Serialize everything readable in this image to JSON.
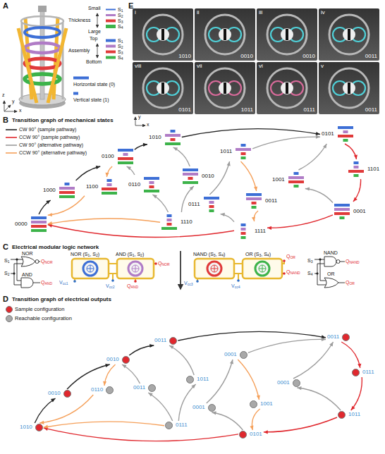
{
  "diagram": {
    "nodes": [
      {
        "text": [
          "i",
          "1010"
        ]
      },
      {
        "text": [
          "ii",
          "0010"
        ]
      },
      {
        "text": [
          "iii",
          "0010"
        ]
      },
      {
        "text": [
          "iv",
          "0011"
        ]
      },
      {
        "text": [
          "viii",
          "0101"
        ]
      },
      {
        "text": [
          "vii",
          "1011"
        ]
      },
      {
        "text": [
          "vi",
          "0111"
        ]
      },
      {
        "text": [
          "v",
          "0011"
        ]
      },
      {
        "text": [
          "0000"
        ]
      },
      {
        "text": [
          "1000"
        ]
      },
      {
        "text": [
          "0100"
        ]
      },
      {
        "text": [
          "1100"
        ]
      },
      {
        "text": [
          "1010"
        ]
      },
      {
        "text": [
          "0110"
        ]
      },
      {
        "text": [
          "0010"
        ]
      },
      {
        "text": [
          "1110"
        ]
      },
      {
        "text": [
          "0101"
        ]
      },
      {
        "text": [
          "1011"
        ]
      },
      {
        "text": [
          "1101"
        ]
      },
      {
        "text": [
          "0111"
        ]
      },
      {
        "text": [
          "0011"
        ]
      },
      {
        "text": [
          "1001"
        ]
      },
      {
        "text": [
          "0001"
        ]
      },
      {
        "text": [
          "1111"
        ]
      },
      {
        "text": [
          "1010"
        ]
      },
      {
        "text": [
          "0010"
        ]
      },
      {
        "text": [
          "0010"
        ]
      },
      {
        "text": [
          "0110"
        ]
      },
      {
        "text": [
          "0011"
        ]
      },
      {
        "text": [
          "0011"
        ]
      },
      {
        "text": [
          "1011"
        ]
      },
      {
        "text": [
          "0111"
        ]
      },
      {
        "text": [
          "0011"
        ]
      },
      {
        "text": [
          "0001"
        ]
      },
      {
        "text": [
          "0111"
        ]
      },
      {
        "text": [
          "0001"
        ]
      },
      {
        "text": [
          "1001"
        ]
      },
      {
        "text": [
          "0001"
        ]
      },
      {
        "text": [
          "1011"
        ]
      },
      {
        "text": [
          "0101"
        ]
      }
    ],
    "edges": [
      {
        "from": 8,
        "to": 9,
        "arrow": "to"
      },
      {
        "from": 9,
        "to": 10,
        "arrow": "to"
      },
      {
        "from": 10,
        "to": 12,
        "arrow": "to"
      },
      {
        "from": 12,
        "to": 16,
        "arrow": "to"
      },
      {
        "from": 16,
        "to": 18,
        "arrow": "to"
      },
      {
        "from": 18,
        "to": 22,
        "arrow": "to"
      },
      {
        "from": 22,
        "to": 23,
        "arrow": "to"
      },
      {
        "from": 23,
        "to": 8,
        "arrow": "to"
      },
      {
        "from": 10,
        "to": 11,
        "arrow": "to"
      },
      {
        "from": 11,
        "to": 8,
        "arrow": "to"
      },
      {
        "from": 15,
        "to": 13,
        "arrow": "to"
      },
      {
        "from": 13,
        "to": 10,
        "arrow": "to"
      },
      {
        "from": 14,
        "to": 12,
        "arrow": "to"
      },
      {
        "from": 15,
        "to": 14,
        "arrow": "to"
      },
      {
        "from": 15,
        "to": 8,
        "arrow": "to"
      },
      {
        "from": 19,
        "to": 17,
        "arrow": "to"
      },
      {
        "from": 17,
        "to": 16,
        "arrow": "to"
      },
      {
        "from": 17,
        "to": 20,
        "arrow": "to"
      },
      {
        "from": 20,
        "to": 23,
        "arrow": "to"
      },
      {
        "from": 23,
        "to": 19,
        "arrow": "to"
      },
      {
        "from": 22,
        "to": 21,
        "arrow": "to"
      },
      {
        "from": 21,
        "to": 16,
        "arrow": "to"
      },
      {
        "from": 24,
        "to": 25,
        "arrow": "to"
      },
      {
        "from": 25,
        "to": 26,
        "arrow": "to"
      },
      {
        "from": 26,
        "to": 28,
        "arrow": "to"
      },
      {
        "from": 28,
        "to": 32,
        "arrow": "to"
      },
      {
        "from": 32,
        "to": 34,
        "arrow": "to"
      },
      {
        "from": 34,
        "to": 38,
        "arrow": "to"
      },
      {
        "from": 38,
        "to": 39,
        "arrow": "to"
      },
      {
        "from": 39,
        "to": 24,
        "arrow": "to"
      },
      {
        "from": 26,
        "to": 27,
        "arrow": "to"
      },
      {
        "from": 27,
        "to": 24,
        "arrow": "to"
      },
      {
        "from": 31,
        "to": 29,
        "arrow": "to"
      },
      {
        "from": 29,
        "to": 26,
        "arrow": "to"
      },
      {
        "from": 30,
        "to": 28,
        "arrow": "to"
      },
      {
        "from": 31,
        "to": 30,
        "arrow": "to"
      },
      {
        "from": 31,
        "to": 24,
        "arrow": "to"
      },
      {
        "from": 35,
        "to": 33,
        "arrow": "to"
      },
      {
        "from": 33,
        "to": 32,
        "arrow": "to"
      },
      {
        "from": 33,
        "to": 36,
        "arrow": "to"
      },
      {
        "from": 36,
        "to": 39,
        "arrow": "to"
      },
      {
        "from": 39,
        "to": 35,
        "arrow": "to"
      },
      {
        "from": 38,
        "to": 37,
        "arrow": "to"
      },
      {
        "from": 37,
        "to": 32,
        "arrow": "to"
      }
    ],
    "labels": [
      "A",
      "Small",
      "Thickness",
      "Large",
      "S1",
      "S2",
      "S3",
      "S4",
      "Top",
      "Assembly",
      "Bottom",
      "S1",
      "S2",
      "S3",
      "S4",
      "z",
      "y",
      "x",
      "E",
      "y",
      "x",
      "B",
      "Transition graph of mechanical states",
      "C",
      "Electrical modular logic network",
      "S1",
      "S2",
      "NOR",
      "AND",
      "QNOR",
      "QAND",
      "NOR (S1, S2)",
      "AND (S1, S2)",
      "Vcc1",
      "Vcc2",
      "QNOR",
      "QAND",
      "NAND (S3, S4)",
      "OR (S3, S4)",
      "QOR",
      "QNAND",
      "Vcc3",
      "Vcc4",
      "S3",
      "S4",
      "NAND",
      "OR",
      "QNAND",
      "QOR",
      "D",
      "Transition graph of electrical outputs"
    ],
    "legend": [
      {
        "text": "Horizontal state (0)"
      },
      {
        "text": "Vertical state (1)"
      },
      {
        "text": "CW 90° (sample pathway)"
      },
      {
        "text": "CCW 90° (sample pathway)"
      },
      {
        "text": "CW 90° (alternative pathway)"
      },
      {
        "text": "CCW 90° (alternative pathway)"
      },
      {
        "text": "Sample configuration",
        "color": "#e0282e"
      },
      {
        "text": "Reachable configuration",
        "color": "#a8a8a8"
      }
    ]
  }
}
